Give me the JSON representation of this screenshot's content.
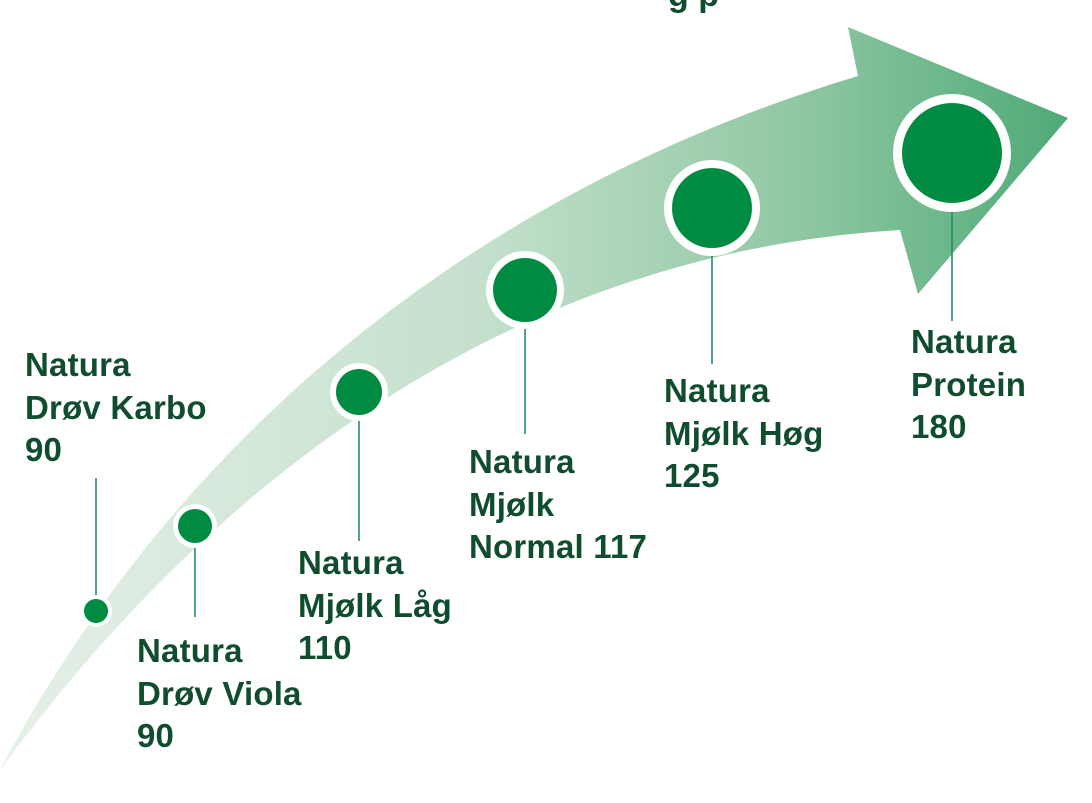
{
  "colors": {
    "arrow_light": "#e4efe6",
    "arrow_dark": "#56ad7b",
    "node": "#008b43",
    "node_ring": "#ffffff",
    "connector": "#22915a",
    "text": "#0f4d2e"
  },
  "title_fragment": "g   p",
  "products": [
    {
      "name": "Natura",
      "line2": "Drøv Karbo",
      "line3": "90",
      "value": 90
    },
    {
      "name": "Natura",
      "line2": "Drøv Viola",
      "line3": "90",
      "value": 90
    },
    {
      "name": "Natura",
      "line2": "Mjølk Låg",
      "line3": "110",
      "value": 110
    },
    {
      "name": "Natura",
      "line2": "Mjølk",
      "line3": "Normal 117",
      "value": 117
    },
    {
      "name": "Natura",
      "line2": "Mjølk Høg",
      "line3": "125",
      "value": 125
    },
    {
      "name": "Natura",
      "line2": "Protein",
      "line3": "180",
      "value": 180
    }
  ]
}
